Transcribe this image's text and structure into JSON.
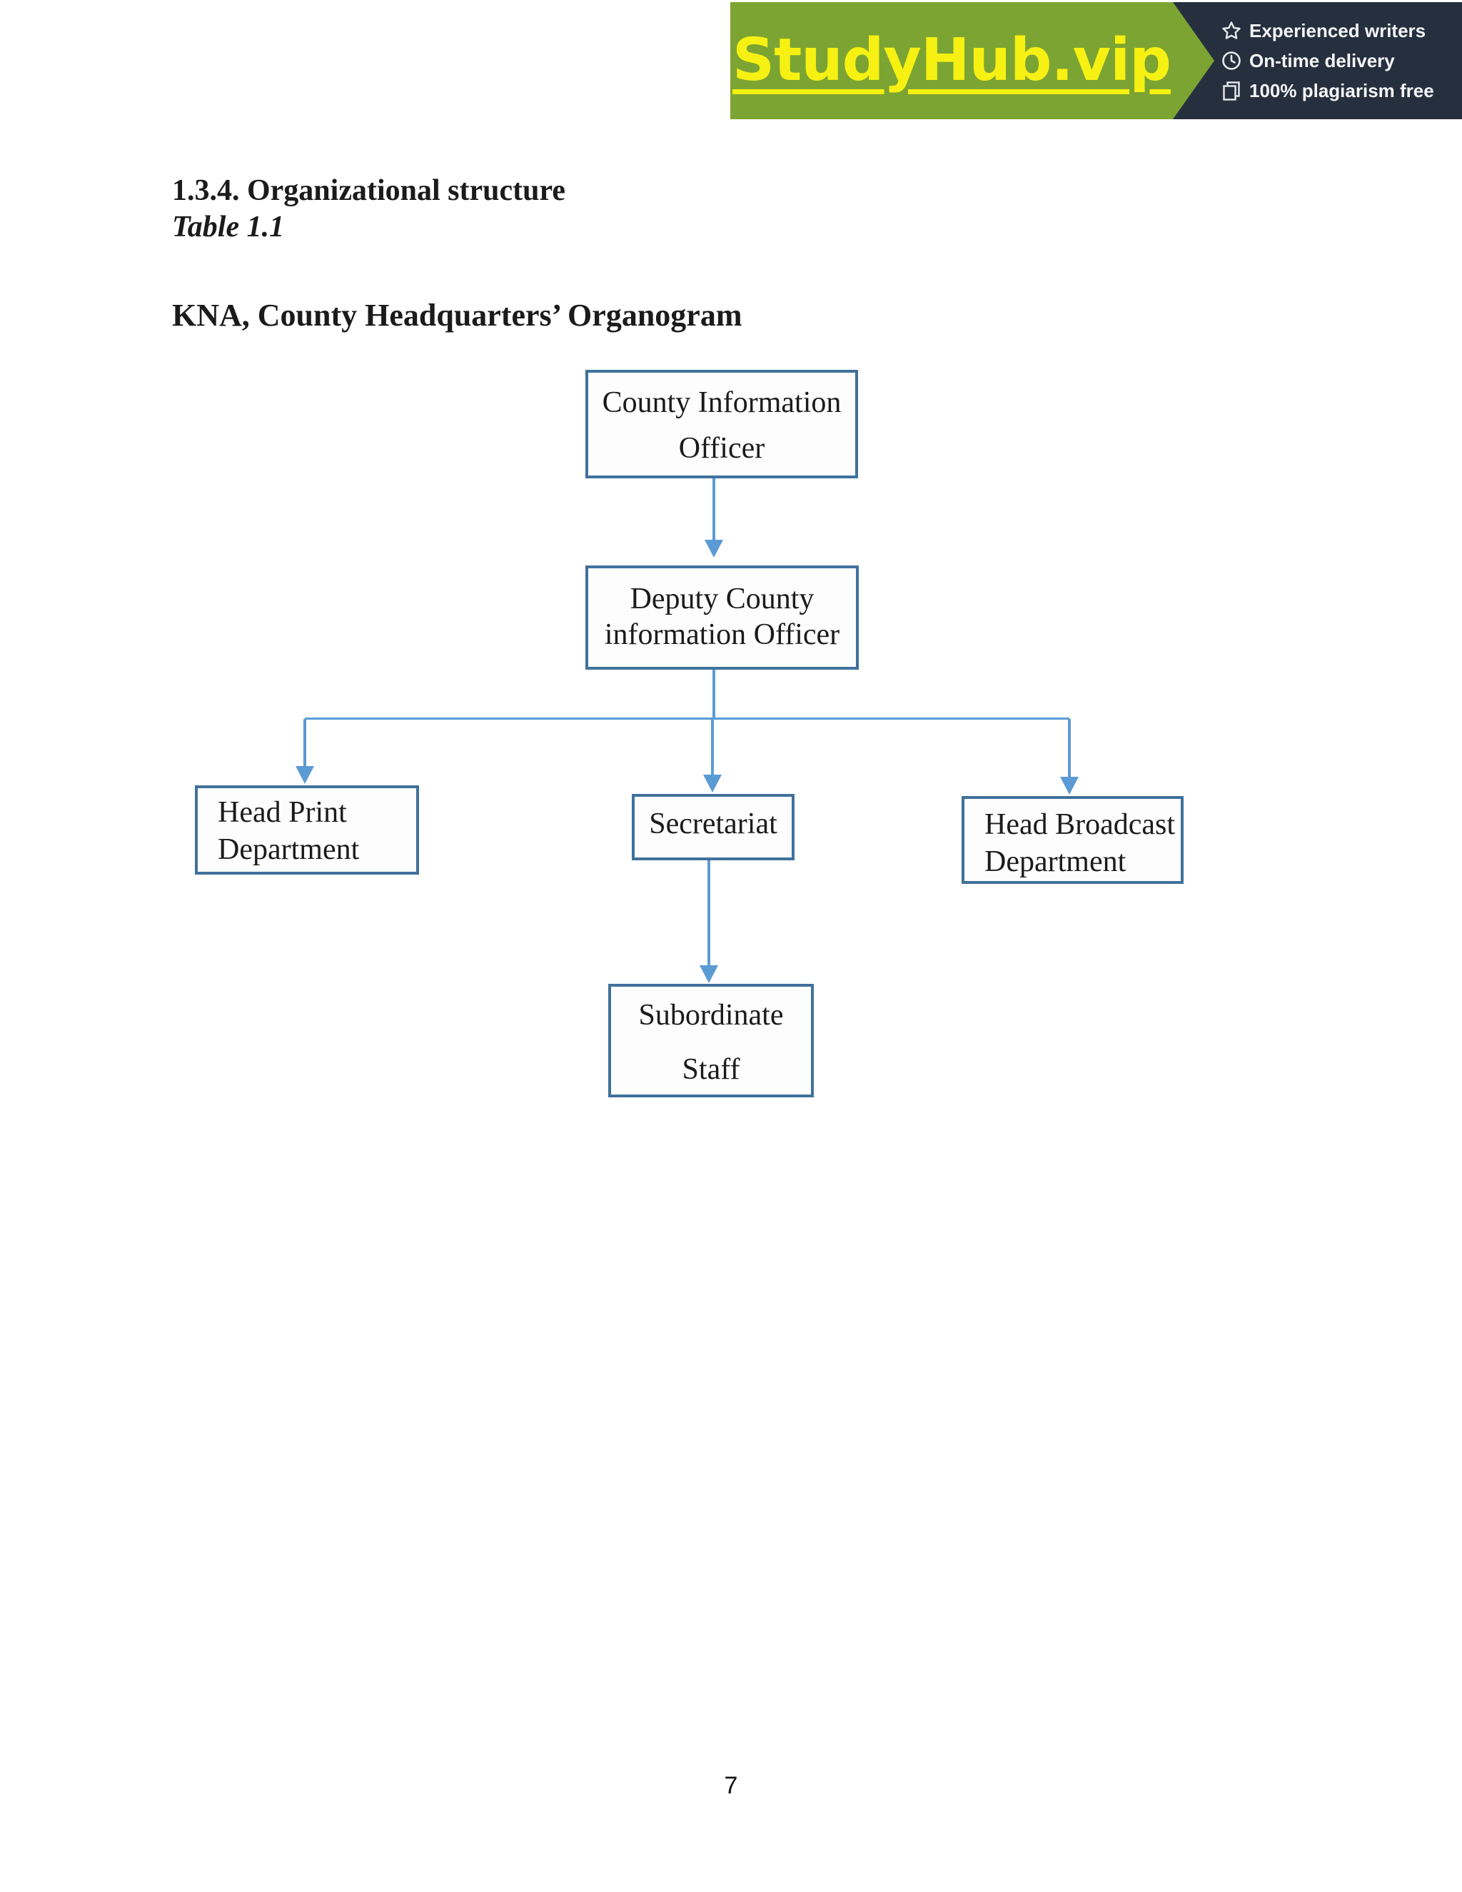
{
  "banner": {
    "logo": "StudyHub.vip",
    "features": [
      {
        "icon": "star-icon",
        "label": "Experienced writers"
      },
      {
        "icon": "clock-icon",
        "label": "On-time delivery"
      },
      {
        "icon": "copy-icon",
        "label": "100% plagiarism free"
      }
    ],
    "colors": {
      "green": "#7ca433",
      "yellow": "#f6f112",
      "navy": "#262f3e"
    }
  },
  "document": {
    "section_heading": "1.3.4. Organizational structure",
    "table_caption": "Table 1.1",
    "diagram_title": "KNA, County Headquarters’ Organogram",
    "page_number": "7"
  },
  "orgchart": {
    "nodes": {
      "county_information_officer": [
        "County Information",
        "Officer"
      ],
      "deputy_county_information_officer": [
        "Deputy County",
        "information Officer"
      ],
      "head_print_department": [
        "Head Print",
        "Department"
      ],
      "secretariat": [
        "Secretariat"
      ],
      "head_broadcast_department": [
        "Head Broadcast",
        "Department"
      ],
      "subordinate_staff": [
        "Subordinate",
        "Staff"
      ]
    },
    "edges": [
      [
        "County Information Officer",
        "Deputy County information Officer"
      ],
      [
        "Deputy County information Officer",
        "Head Print Department"
      ],
      [
        "Deputy County information Officer",
        "Secretariat"
      ],
      [
        "Deputy County information Officer",
        "Head Broadcast Department"
      ],
      [
        "Secretariat",
        "Subordinate Staff"
      ]
    ],
    "colors": {
      "box_border": "#41719c",
      "connector": "#5b9bd5"
    }
  }
}
